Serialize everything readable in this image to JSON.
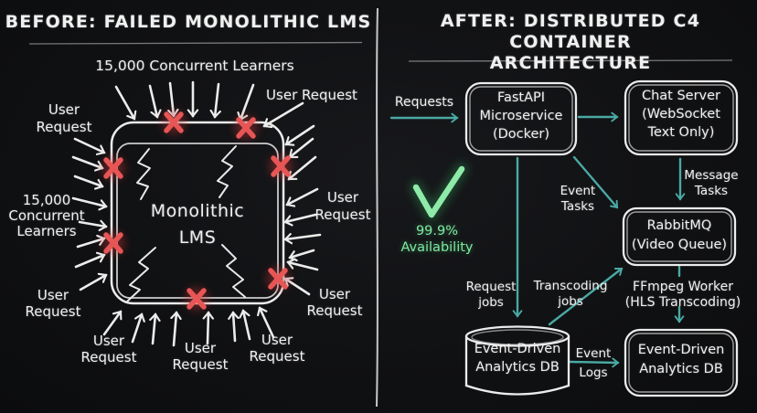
{
  "colors": {
    "background": "#101113",
    "stroke": "#ededed",
    "teal": "#4aa9a4",
    "green": "#7ee9a1",
    "red": "#e85555"
  },
  "left_panel": {
    "title": "BEFORE: FAILED MONOLITHIC LMS",
    "monolith": "Monolithic\nLMS",
    "labels": {
      "concurrent_top": "15,000 Concurrent Learners",
      "user_request_top_right": "User Request",
      "user_request_left_upper": "User\nRequest",
      "concurrent_left": "15,000\nConcurrent\nLearners",
      "user_request_left_lower": "User\nRequest",
      "user_request_right_upper": "User\nRequest",
      "user_request_right_lower": "User\nRequest",
      "user_request_bottom_left": "User\nRequest",
      "user_request_bottom_center": "User\nRequest",
      "user_request_bottom_right": "User\nRequest"
    }
  },
  "right_panel": {
    "title": "AFTER: DISTRIBUTED C4 CONTAINER\nARCHITECTURE",
    "availability": "99.9%\nAvailability",
    "nodes": {
      "fastapi": "FastAPI\nMicroservice\n(Docker)",
      "chat_server": "Chat Server\n(WebSocket\nText Only)",
      "rabbitmq": "RabbitMQ\n(Video Queue)",
      "ffmpeg_worker": "FFmpeg Worker\n(HLS Transcoding)",
      "analytics_db_left": "Event-Driven\nAnalytics DB",
      "analytics_db_right": "Event-Driven\nAnalytics DB"
    },
    "edges": {
      "requests": "Requests",
      "message_tasks": "Message\nTasks",
      "event_tasks": "Event\nTasks",
      "request_jobs": "Request\njobs",
      "transcoding_jobs": "Transcoding\njobs",
      "event_logs": "Event\nLogs"
    }
  }
}
